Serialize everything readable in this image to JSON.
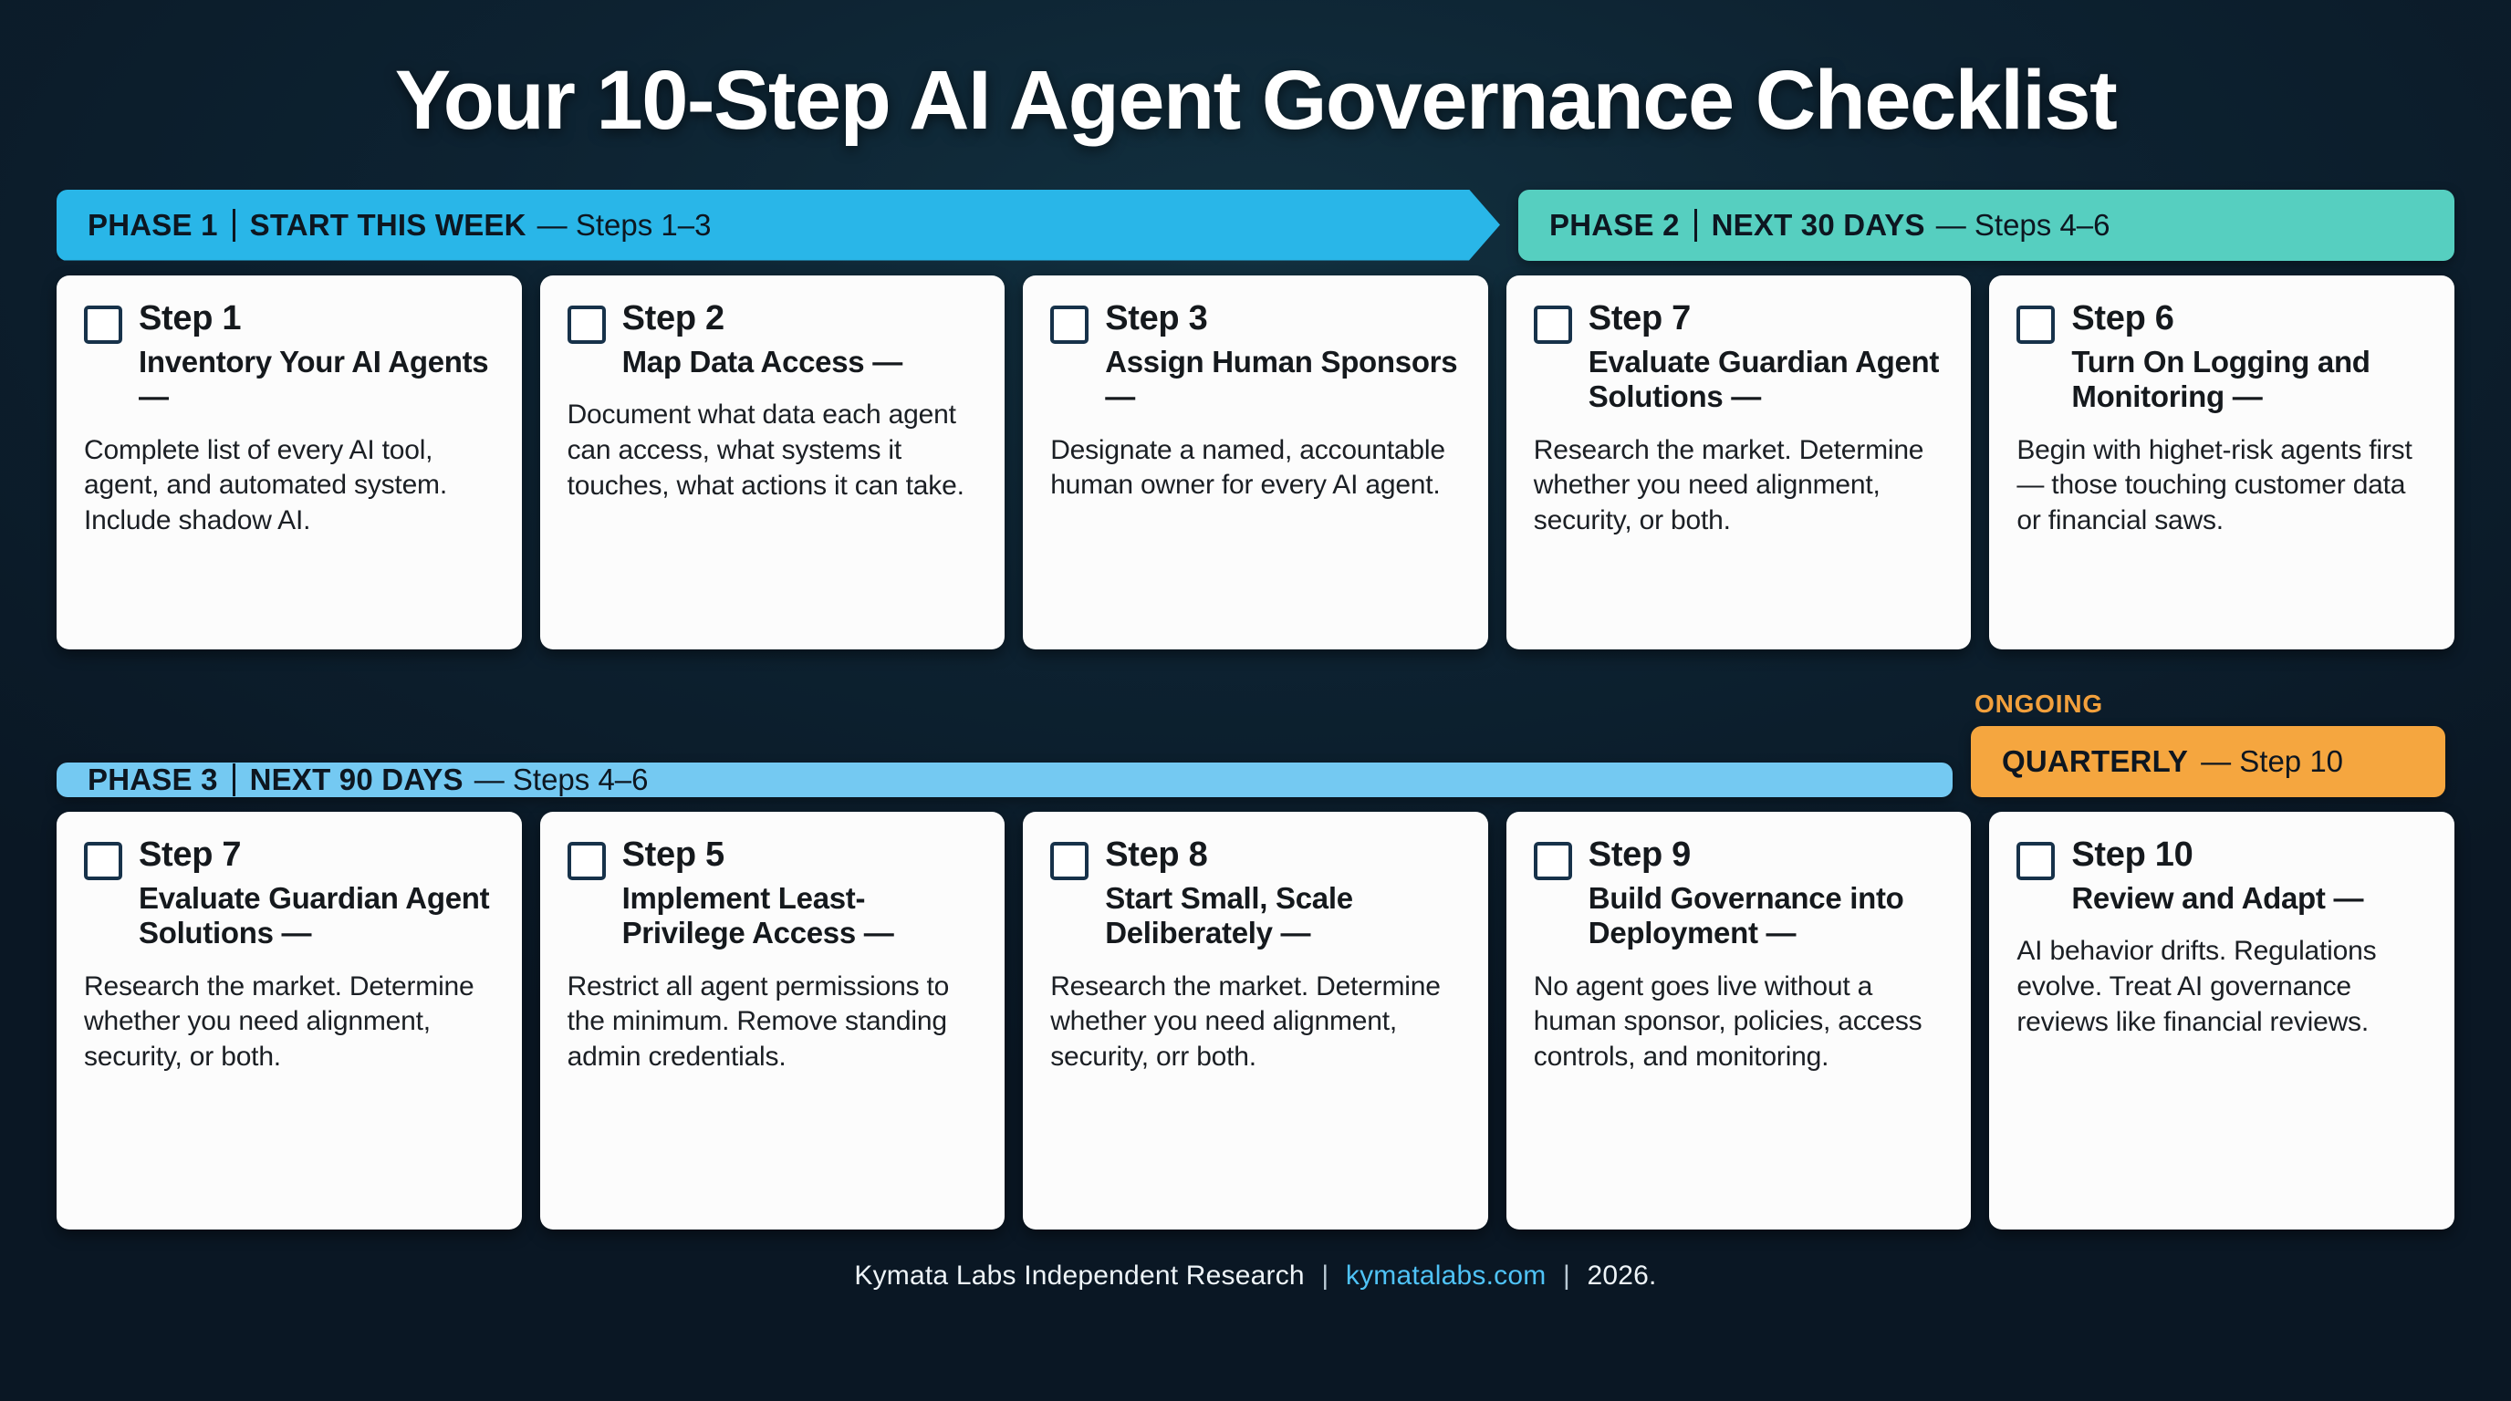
{
  "page": {
    "title": "Your 10-Step AI Agent Governance Checklist",
    "background_color": "#0d2231",
    "card_background": "#fcfcfc"
  },
  "banners": {
    "phase1": {
      "name": "PHASE 1",
      "separator": "|",
      "subtitle": "START THIS WEEK",
      "range": "— Steps 1–3",
      "color": "#29b6e8",
      "shape": "arrow"
    },
    "phase2": {
      "name": "PHASE 2",
      "separator": "|",
      "subtitle": "NEXT 30 DAYS",
      "range": "— Steps 4–6",
      "color": "#56cfc0",
      "shape": "rounded"
    },
    "phase3": {
      "name": "PHASE 3",
      "separator": "|",
      "subtitle": "NEXT 90 DAYS",
      "range": "— Steps 4–6",
      "color": "#74c9f2",
      "shape": "rounded"
    },
    "ongoing": {
      "label": "ONGOING",
      "label_color": "#f2a03c",
      "name": "QUARTERLY",
      "range": "— Step 10",
      "color": "#f5a63f",
      "shape": "rounded"
    }
  },
  "row1": [
    {
      "step": "Step 1",
      "title": "Inventory Your AI Agents —",
      "desc": "Complete list of every AI tool, agent, and automated system. Include shadow AI."
    },
    {
      "step": "Step 2",
      "title": "Map Data Access —",
      "desc": "Document what data each agent can access, what systems it touches, what actions it can take."
    },
    {
      "step": "Step 3",
      "title": "Assign Human Sponsors —",
      "desc": "Designate a named, accountable human owner for every AI agent."
    },
    {
      "step": "Step 7",
      "title": "Evaluate Guardian Agent Solutions —",
      "desc": "Research the market. Determine whether you need alignment, security, or both."
    },
    {
      "step": "Step 6",
      "title": "Turn On Logging and Monitoring —",
      "desc": "Begin with highet-risk agents first — those touching customer data or financial saws."
    }
  ],
  "row2": [
    {
      "step": "Step 7",
      "title": "Evaluate Guardian Agent Solutions —",
      "desc": "Research the market. Determine whether you need alignment, security, or both."
    },
    {
      "step": "Step 5",
      "title": "Implement Least-Privilege Access —",
      "desc": "Restrict all agent permissions to the minimum. Remove standing admin credentials."
    },
    {
      "step": "Step 8",
      "title": "Start Small, Scale Deliberately —",
      "desc": "Research the market. Determine whether you need alignment, security, orr both."
    },
    {
      "step": "Step 9",
      "title": "Build Governance into Deployment —",
      "desc": "No agent goes live without a human sponsor, policies, access controls, and monitoring."
    },
    {
      "step": "Step 10",
      "title": "Review and Adapt —",
      "desc": "AI behavior drifts. Regulations evolve. Treat AI governance reviews like financial reviews."
    }
  ],
  "footer": {
    "source": "Kymata Labs Independent Research",
    "pipe1": "|",
    "link": "kymatalabs.com",
    "pipe2": "|",
    "year": "2026."
  }
}
